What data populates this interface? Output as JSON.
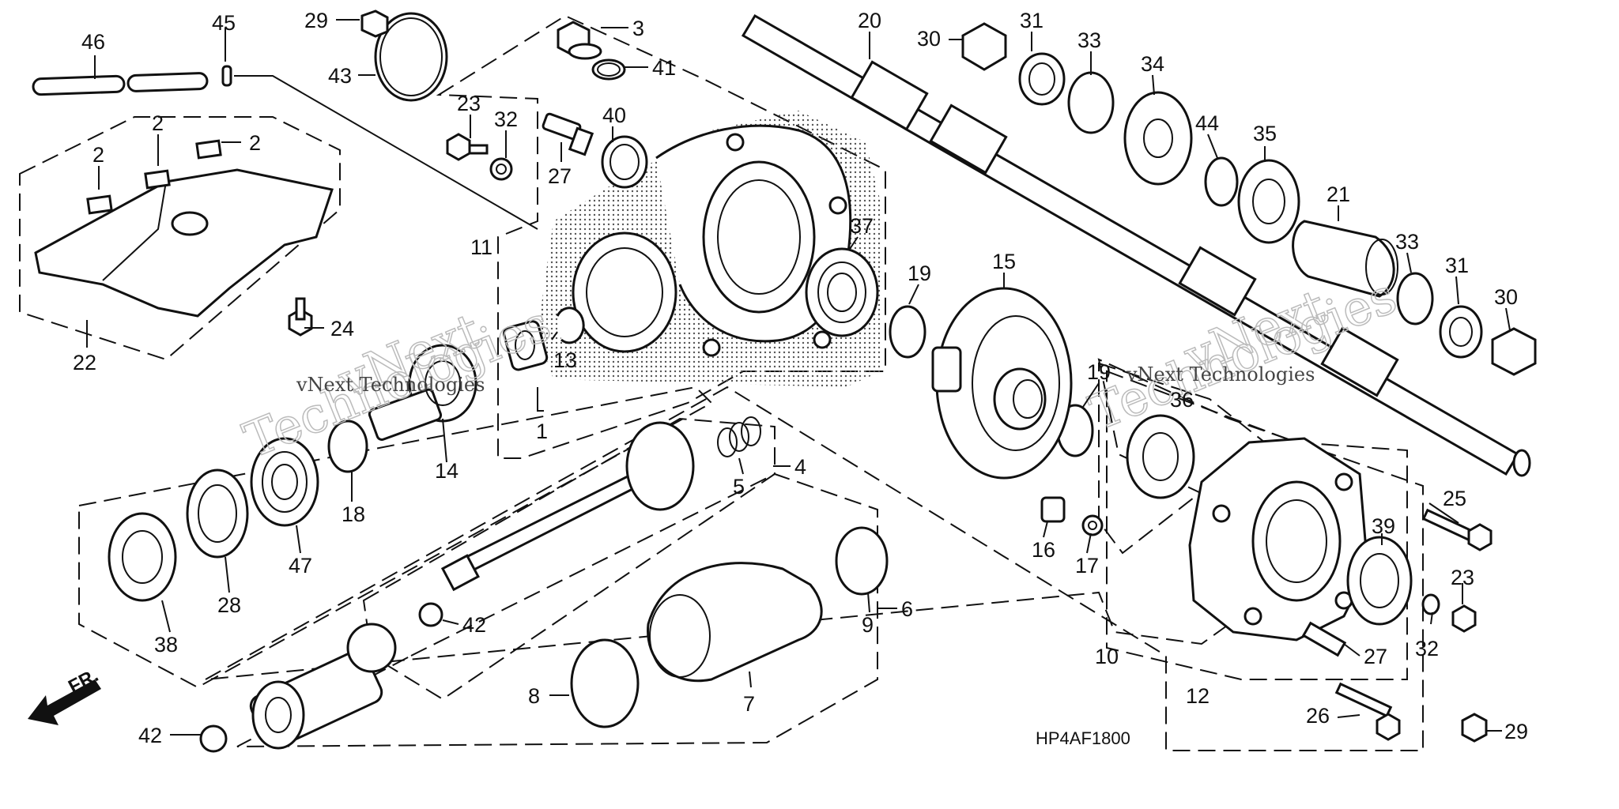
{
  "diagram": {
    "code": "HP4AF1800",
    "direction_label": "FR.",
    "watermark": {
      "brand_line1": "vNext",
      "brand_line2": "Technologies",
      "small_text": "vNext Technologies"
    },
    "part_numbers": [
      "1",
      "2",
      "3",
      "4",
      "5",
      "6",
      "7",
      "8",
      "9",
      "10",
      "11",
      "12",
      "13",
      "14",
      "15",
      "16",
      "17",
      "18",
      "19",
      "20",
      "21",
      "22",
      "23",
      "24",
      "25",
      "26",
      "27",
      "28",
      "29",
      "30",
      "31",
      "32",
      "33",
      "34",
      "35",
      "36",
      "37",
      "38",
      "39",
      "40",
      "41",
      "42",
      "43",
      "44",
      "45",
      "46",
      "47"
    ]
  }
}
